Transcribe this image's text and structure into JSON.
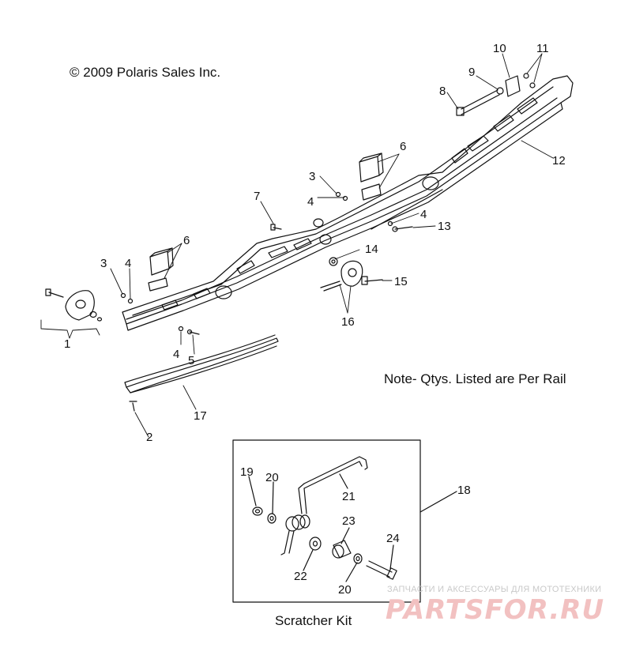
{
  "copyright": "© 2009 Polaris Sales Inc.",
  "note": "Note- Qtys. Listed are Per Rail",
  "kit_title": "Scratcher Kit",
  "watermark": {
    "tagline": "ЗАПЧАСТИ И АКСЕССУАРЫ ДЛЯ МОТОТЕХНИКИ",
    "logo": "PARTSFOR.RU"
  },
  "callouts": {
    "c1": "1",
    "c2": "2",
    "c3a": "3",
    "c3b": "3",
    "c4a": "4",
    "c4b": "4",
    "c4c": "4",
    "c4d": "4",
    "c5": "5",
    "c6a": "6",
    "c6b": "6",
    "c7": "7",
    "c8": "8",
    "c9": "9",
    "c10": "10",
    "c11": "11",
    "c12": "12",
    "c13": "13",
    "c14": "14",
    "c15": "15",
    "c16": "16",
    "c17": "17",
    "c18": "18",
    "c19": "19",
    "c20a": "20",
    "c20b": "20",
    "c21": "21",
    "c22": "22",
    "c23": "23",
    "c24": "24"
  },
  "colors": {
    "line": "#111111",
    "watermark_logo": "#f2c1c1",
    "watermark_text": "#c9c9c9"
  }
}
